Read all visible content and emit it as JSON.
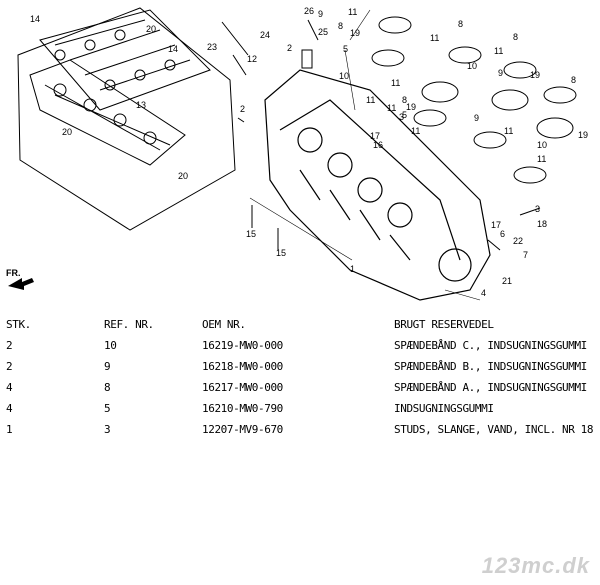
{
  "diagram": {
    "front_marker": "FR.",
    "callouts": [
      "14",
      "20",
      "14",
      "23",
      "24",
      "12",
      "13",
      "20",
      "2",
      "20",
      "26",
      "9",
      "25",
      "2",
      "11",
      "8",
      "19",
      "5",
      "10",
      "11",
      "8",
      "19",
      "5",
      "3",
      "11",
      "11",
      "9",
      "17",
      "16",
      "11",
      "10",
      "11",
      "11",
      "15",
      "15",
      "1",
      "3",
      "18",
      "17",
      "6",
      "22",
      "7",
      "4",
      "21",
      "19",
      "8",
      "11",
      "8",
      "9",
      "10",
      "11",
      "8",
      "19"
    ]
  },
  "table": {
    "headers": [
      "STK.",
      "REF. NR.",
      "OEM NR.",
      "BRUGT RESERVEDEL"
    ],
    "rows": [
      [
        "2",
        "10",
        "16219-MW0-000",
        "SPÆNDEBÅND C., INDSUGNINGSGUMMI"
      ],
      [
        "2",
        "9",
        "16218-MW0-000",
        "SPÆNDEBÅND B., INDSUGNINGSGUMMI"
      ],
      [
        "4",
        "8",
        "16217-MW0-000",
        "SPÆNDEBÅND A., INDSUGNINGSGUMMI"
      ],
      [
        "4",
        "5",
        "16210-MW0-790",
        "INDSUGNINGSGUMMI"
      ],
      [
        "1",
        "3",
        "12207-MV9-670",
        "STUDS, SLANGE, VAND, INCL. NR 18"
      ]
    ]
  },
  "watermark": "123mc.dk"
}
